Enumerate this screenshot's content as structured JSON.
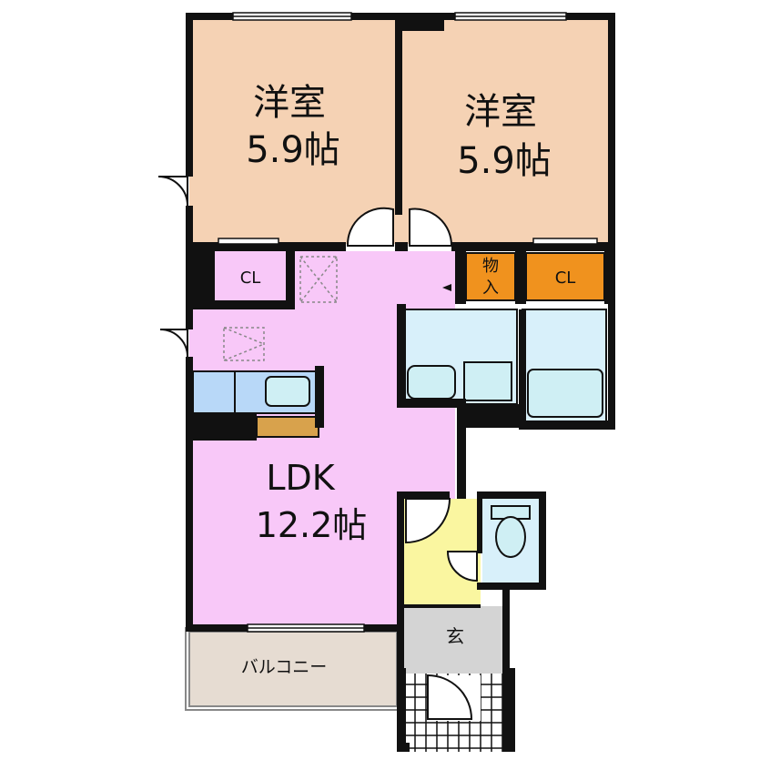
{
  "rooms": {
    "bedroom1": {
      "name": "洋室",
      "size": "5.9帖"
    },
    "bedroom2": {
      "name": "洋室",
      "size": "5.9帖"
    },
    "ldk": {
      "name": "LDK",
      "size": "12.2帖"
    },
    "closet1": "CL",
    "closet2": "CL",
    "storage": [
      "物",
      "入"
    ],
    "entrance": "玄",
    "balcony": "バルコニー"
  },
  "colors": {
    "bedroom": "#f5d2b4",
    "ldk": "#f8c8f8",
    "closet": "#f0921e",
    "wet_area": "#d8f0fa",
    "entry_hall": "#faf6a0",
    "genkan": "#d4d4d4",
    "balcony": "#e6dcd2",
    "wall": "#111111"
  }
}
